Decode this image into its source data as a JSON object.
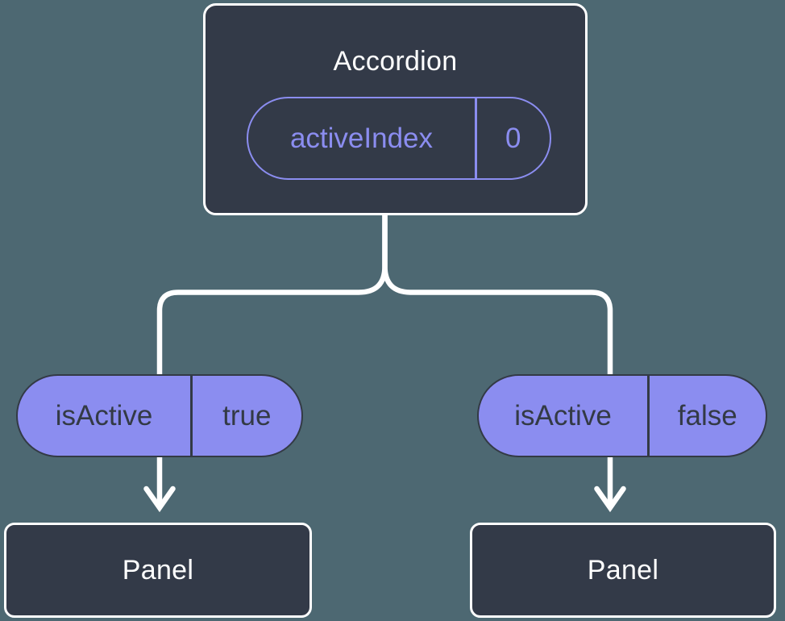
{
  "colors": {
    "background": "#4D6872",
    "node_fill": "#333A48",
    "node_border": "#FFFFFF",
    "accent_purple": "#8B8DF0",
    "pill_text_dark": "#333A45",
    "connector": "#FFFFFF"
  },
  "root_node": {
    "label": "Accordion",
    "state_pill": {
      "name": "activeIndex",
      "value": "0"
    }
  },
  "child_pills": [
    {
      "name": "isActive",
      "value": "true"
    },
    {
      "name": "isActive",
      "value": "false"
    }
  ],
  "panels": [
    {
      "label": "Panel"
    },
    {
      "label": "Panel"
    }
  ]
}
